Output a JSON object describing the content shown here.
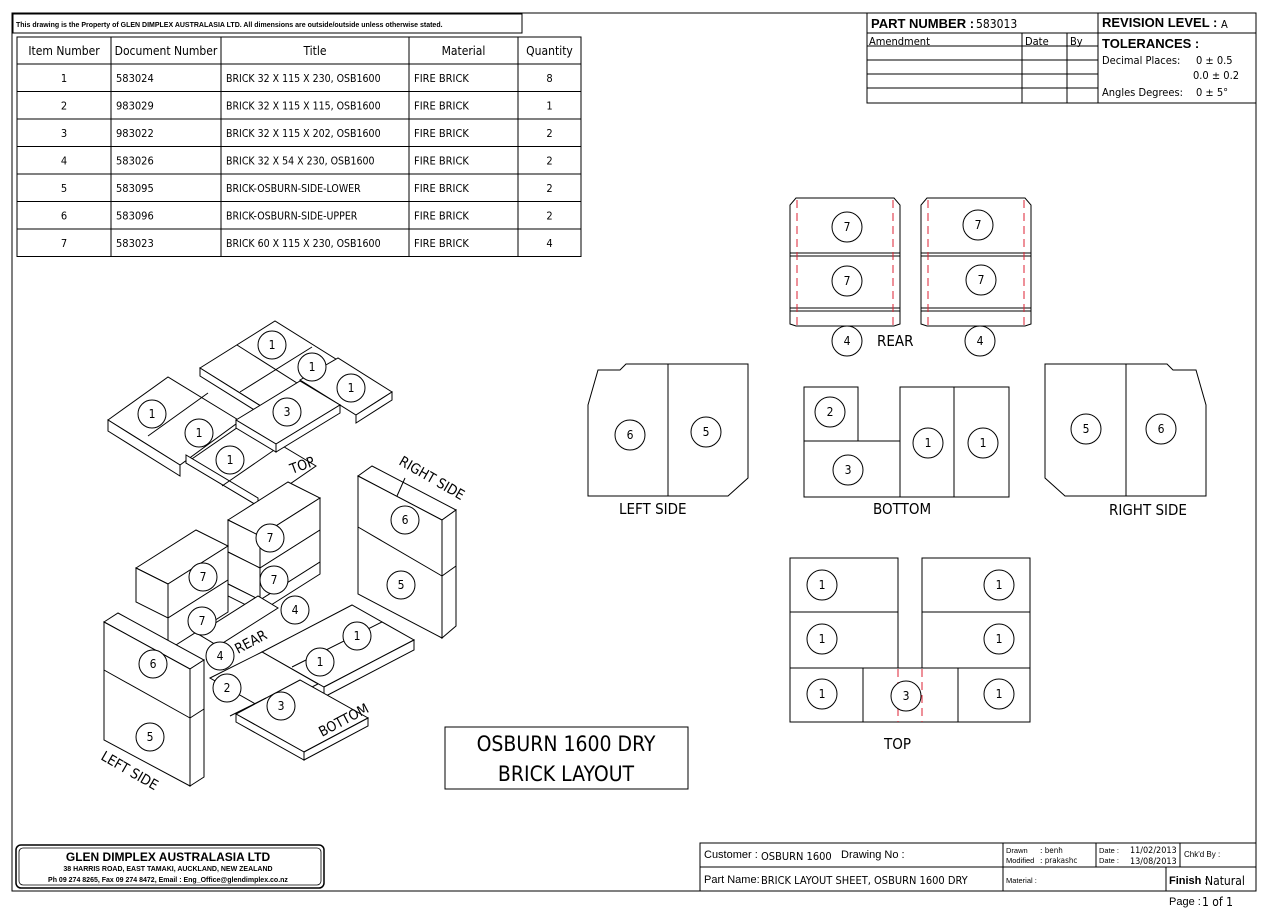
{
  "property_notice": "This drawing is the Property of GLEN DIMPLEX AUSTRALASIA LTD. All dimensions are outside/outside unless otherwise stated.",
  "bom": {
    "headers": [
      "Item Number",
      "Document Number",
      "Title",
      "Material",
      "Quantity"
    ],
    "rows": [
      [
        "1",
        "583024",
        "BRICK 32 X 115 X 230, OSB1600",
        "FIRE BRICK",
        "8"
      ],
      [
        "2",
        "983029",
        "BRICK 32 X 115 X 115, OSB1600",
        "FIRE BRICK",
        "1"
      ],
      [
        "3",
        "983022",
        "BRICK 32 X 115 X 202, OSB1600",
        "FIRE BRICK",
        "2"
      ],
      [
        "4",
        "583026",
        "BRICK 32 X 54 X 230, OSB1600",
        "FIRE BRICK",
        "2"
      ],
      [
        "5",
        "583095",
        "BRICK-OSBURN-SIDE-LOWER",
        "FIRE BRICK",
        "2"
      ],
      [
        "6",
        "583096",
        "BRICK-OSBURN-SIDE-UPPER",
        "FIRE BRICK",
        "2"
      ],
      [
        "7",
        "583023",
        "BRICK 60 X 115 X 230, OSB1600",
        "FIRE BRICK",
        "4"
      ]
    ]
  },
  "header": {
    "part_number_label": "PART NUMBER :",
    "part_number": "583013",
    "revision_label": "REVISION LEVEL :",
    "revision": "A",
    "amendment_label": "Amendment",
    "date_label": "Date",
    "by_label": "By",
    "tolerances_label": "TOLERANCES :",
    "decimal_label": "Decimal Places:",
    "tol_line1": "0   ± 0.5",
    "tol_line2": "0.0  ± 0.2",
    "angles_label": "Angles Degrees:",
    "tol_angles": "0   ± 5°"
  },
  "views": {
    "rear": "REAR",
    "left_side": "LEFT SIDE",
    "bottom": "BOTTOM",
    "right_side": "RIGHT SIDE",
    "top": "TOP"
  },
  "iso_labels": {
    "top": "TOP",
    "right_side": "RIGHT SIDE",
    "rear": "REAR",
    "bottom": "BOTTOM",
    "left_side": "LEFT SIDE"
  },
  "drawing_title": {
    "line1": "OSBURN 1600 DRY",
    "line2": "BRICK LAYOUT"
  },
  "company": {
    "name": "GLEN DIMPLEX AUSTRALASIA LTD",
    "address": "38 HARRIS ROAD, EAST TAMAKI, AUCKLAND, NEW ZEALAND",
    "contact": "Ph 09 274 8265, Fax 09 274 8472, Email : Eng_Office@glendimplex.co.nz"
  },
  "title_block": {
    "customer_label": "Customer :",
    "customer": "OSBURN 1600",
    "drawing_no_label": "Drawing No :",
    "part_name_label": "Part Name:",
    "part_name": "BRICK LAYOUT SHEET, OSBURN 1600 DRY",
    "drawn_label": "Drawn",
    "drawn": ": benh",
    "modified_label": "Modified",
    "modified": ": prakashc",
    "date_label": "Date :",
    "date_drawn": "11/02/2013",
    "date_modified": "13/08/2013",
    "checked_label": "Chk'd By :",
    "material_label": "Material :",
    "finish_label": "Finish :",
    "finish": "Natural",
    "page_label": "Page :",
    "page": "1 of 1"
  }
}
